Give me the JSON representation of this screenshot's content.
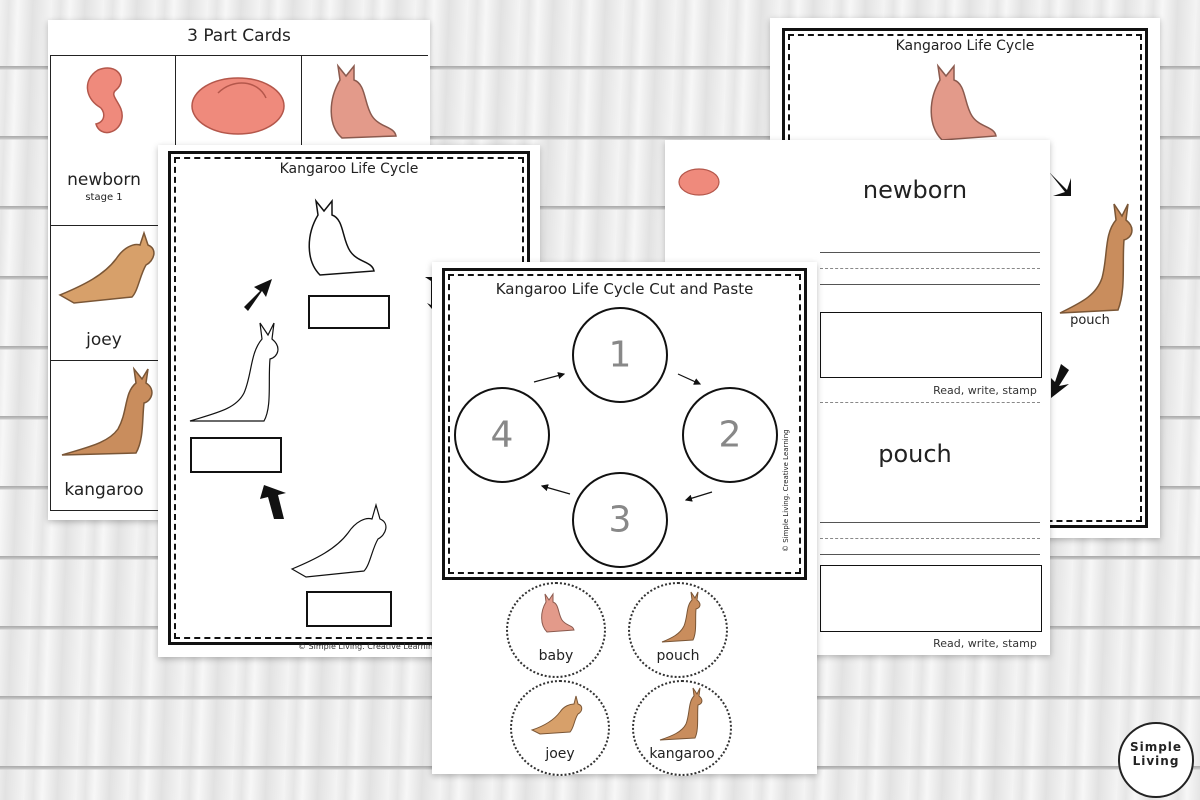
{
  "colors": {
    "baby_pink": "#ef8a7c",
    "kangaroo_tan": "#c98d5d",
    "ink": "#111111"
  },
  "part_cards": {
    "title": "3 Part Cards",
    "labels": [
      "newborn",
      "stage 1",
      "joey",
      "kangaroo"
    ]
  },
  "life_cycle_sheet": {
    "title": "Kangaroo Life Cycle",
    "footer": "© Simple Living. Creative Learning"
  },
  "cut_paste": {
    "title": "Kangaroo Life Cycle Cut and Paste",
    "numbers": [
      "1",
      "2",
      "3",
      "4"
    ],
    "side_text": "© Simple Living. Creative Learning",
    "tokens": [
      "baby",
      "pouch",
      "joey",
      "kangaroo"
    ]
  },
  "back_sheet": {
    "title": "Kangaroo Life Cycle",
    "label": "pouch"
  },
  "writing_sheet": {
    "words": [
      "newborn",
      "pouch"
    ],
    "instruction": "Read, write, stamp"
  },
  "logo": {
    "line1": "Simple",
    "line2": "Living"
  }
}
